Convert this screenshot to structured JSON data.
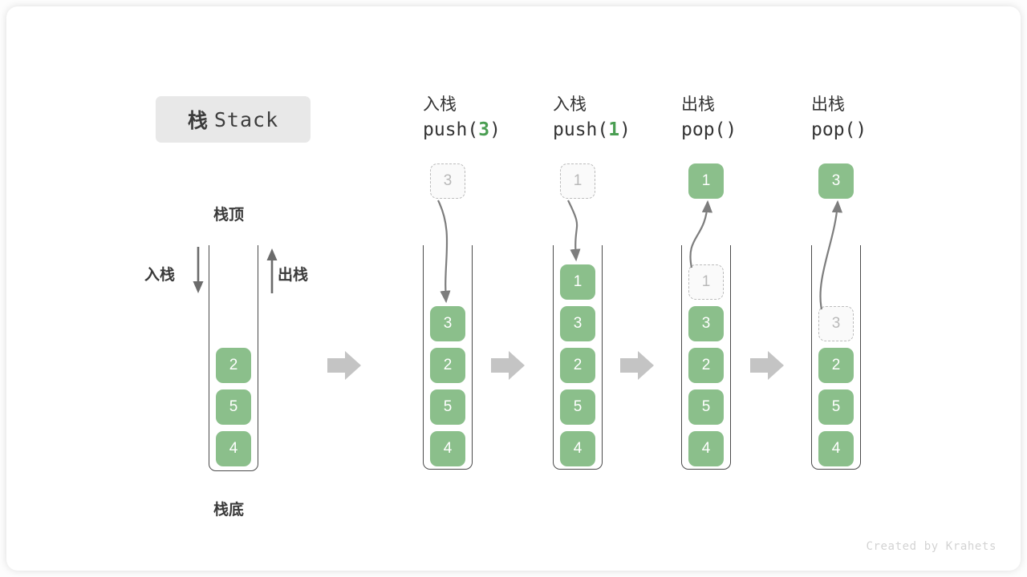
{
  "diagram": {
    "title_cn": "栈",
    "title_en": "Stack",
    "watermark": "Created by Krahets"
  },
  "legend": {
    "top_label": "栈顶",
    "bottom_label": "栈底",
    "push_label": "入栈",
    "pop_label": "出栈"
  },
  "colors": {
    "element_fill": "#8bbf8b",
    "element_text": "#ffffff",
    "ghost_border": "#bdbdbd",
    "ghost_text": "#b9b9b9",
    "container_line": "#4a4a4a",
    "flow_arrow": "#c4c4c4",
    "accent_green": "#4a9e52",
    "chip_bg": "#e8e8e8"
  },
  "initial_stack": {
    "elements": [
      "2",
      "5",
      "4"
    ]
  },
  "steps": [
    {
      "op_cn": "入栈",
      "op_code_prefix": "push(",
      "op_code_arg": "3",
      "op_code_suffix": ")",
      "floating": {
        "value": "3",
        "style": "ghost",
        "direction": "in"
      },
      "elements": [
        "3",
        "2",
        "5",
        "4"
      ],
      "ghost_index": -1
    },
    {
      "op_cn": "入栈",
      "op_code_prefix": "push(",
      "op_code_arg": "1",
      "op_code_suffix": ")",
      "floating": {
        "value": "1",
        "style": "ghost",
        "direction": "in"
      },
      "elements": [
        "1",
        "3",
        "2",
        "5",
        "4"
      ],
      "ghost_index": -1
    },
    {
      "op_cn": "出栈",
      "op_code_prefix": "pop(",
      "op_code_arg": "",
      "op_code_suffix": ")",
      "floating": {
        "value": "1",
        "style": "filled",
        "direction": "out"
      },
      "elements": [
        "1",
        "3",
        "2",
        "5",
        "4"
      ],
      "ghost_index": 0
    },
    {
      "op_cn": "出栈",
      "op_code_prefix": "pop(",
      "op_code_arg": "",
      "op_code_suffix": ")",
      "floating": {
        "value": "3",
        "style": "filled",
        "direction": "out"
      },
      "elements": [
        "3",
        "2",
        "5",
        "4"
      ],
      "ghost_index": 0
    }
  ]
}
